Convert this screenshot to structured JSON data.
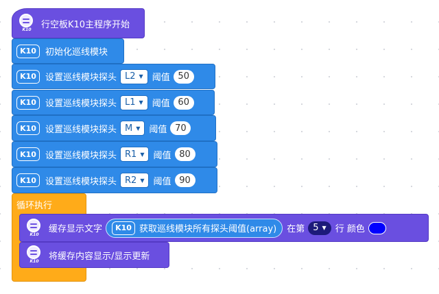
{
  "blocks": {
    "hat": {
      "label": "行空板K10主程序开始",
      "icon_label": "K10"
    },
    "init": {
      "icon_label": "K10",
      "label": "初始化巡线模块"
    },
    "probes": [
      {
        "icon_label": "K10",
        "label": "设置巡线模块探头",
        "probe": "L2",
        "threshold_label": "阈值",
        "value": "50"
      },
      {
        "icon_label": "K10",
        "label": "设置巡线模块探头",
        "probe": "L1",
        "threshold_label": "阈值",
        "value": "60"
      },
      {
        "icon_label": "K10",
        "label": "设置巡线模块探头",
        "probe": "M",
        "threshold_label": "阈值",
        "value": "70"
      },
      {
        "icon_label": "K10",
        "label": "设置巡线模块探头",
        "probe": "R1",
        "threshold_label": "阈值",
        "value": "80"
      },
      {
        "icon_label": "K10",
        "label": "设置巡线模块探头",
        "probe": "R2",
        "threshold_label": "阈值",
        "value": "90"
      }
    ],
    "loop": {
      "label": "循环执行"
    },
    "cache_text": {
      "icon_label": "K10",
      "label": "缓存显示文字",
      "reporter_icon": "K10",
      "reporter_label": "获取巡线模块所有探头阈值(array)",
      "at_label": "在第",
      "row_value": "5",
      "row_label": "行 颜色",
      "color": "#0000ff"
    },
    "refresh": {
      "icon_label": "K10",
      "label": "将缓存内容显示/显示更新"
    }
  },
  "icons": {
    "k10_board": "k10-board-icon",
    "logo": "unihiker-logo-icon",
    "caret": "dropdown-caret-icon"
  },
  "colors": {
    "blue_block": "#2f8ae8",
    "purple_block": "#6a4fe0",
    "loop_block": "#ffab19",
    "row_dropdown": "#1d1a7a"
  }
}
